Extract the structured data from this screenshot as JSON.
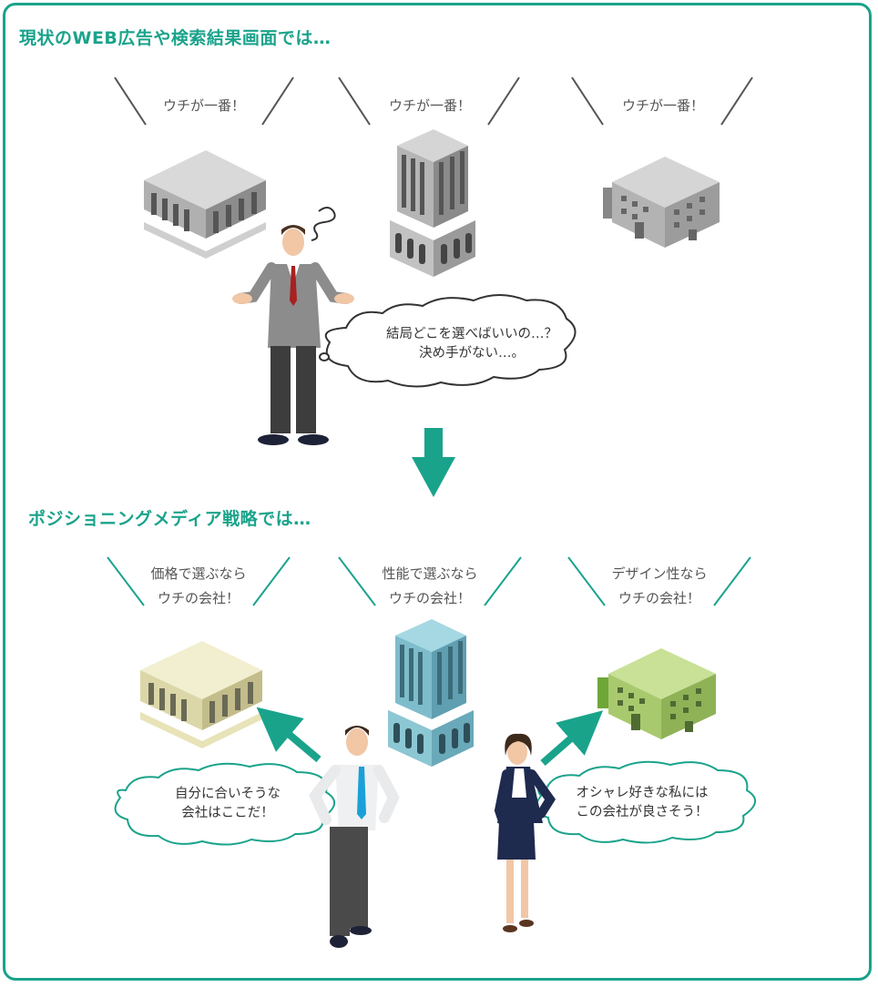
{
  "section1": {
    "heading": "現状のWEB広告や検索結果画面では…",
    "callouts": [
      "ウチが一番！",
      "ウチが一番！",
      "ウチが一番！"
    ],
    "thought": {
      "line1": "結局どこを選べばいいの…？",
      "line2": "決め手がない…。"
    }
  },
  "section2": {
    "heading": "ポジショニングメディア戦略では…",
    "callouts": [
      {
        "line1": "価格で選ぶなら",
        "line2": "ウチの会社！"
      },
      {
        "line1": "性能で選ぶなら",
        "line2": "ウチの会社！"
      },
      {
        "line1": "デザイン性なら",
        "line2": "ウチの会社！"
      }
    ],
    "thought_man": {
      "line1": "自分に合いそうな",
      "line2": "会社はここだ！"
    },
    "thought_woman": {
      "line1": "オシャレ好きな私には",
      "line2": "この会社が良さそう！"
    }
  },
  "colors": {
    "accent": "#1aa38b",
    "yellow_building": "#eeeac3",
    "blue_building": "#8cc7d4",
    "green_building": "#b6d37a"
  }
}
